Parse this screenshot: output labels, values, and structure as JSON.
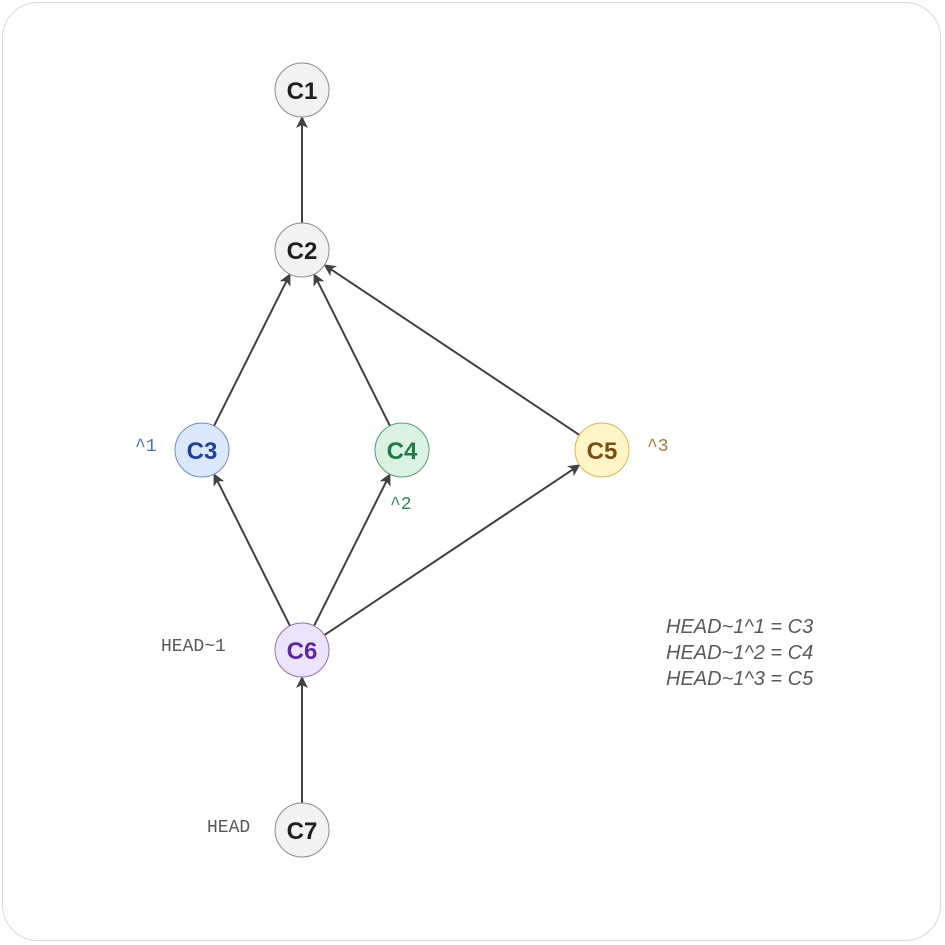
{
  "nodes": {
    "c1": {
      "label": "C1",
      "fill": "#f2f2f2",
      "stroke": "#8c8c8c",
      "text": "#1f1f1f"
    },
    "c2": {
      "label": "C2",
      "fill": "#f2f2f2",
      "stroke": "#8c8c8c",
      "text": "#1f1f1f"
    },
    "c3": {
      "label": "C3",
      "fill": "#dbe8fb",
      "stroke": "#6c8ebf",
      "text": "#1f3f99"
    },
    "c4": {
      "label": "C4",
      "fill": "#d9f2e1",
      "stroke": "#5a9f6e",
      "text": "#1f7a45"
    },
    "c5": {
      "label": "C5",
      "fill": "#fff5c6",
      "stroke": "#d6b656",
      "text": "#7a4d12"
    },
    "c6": {
      "label": "C6",
      "fill": "#ece4fb",
      "stroke": "#9673a6",
      "text": "#5b2aa0"
    },
    "c7": {
      "label": "C7",
      "fill": "#f2f2f2",
      "stroke": "#8c8c8c",
      "text": "#1f1f1f"
    }
  },
  "edges": [
    {
      "from": "c2",
      "to": "c1"
    },
    {
      "from": "c3",
      "to": "c2"
    },
    {
      "from": "c4",
      "to": "c2"
    },
    {
      "from": "c5",
      "to": "c2"
    },
    {
      "from": "c6",
      "to": "c3"
    },
    {
      "from": "c6",
      "to": "c4"
    },
    {
      "from": "c6",
      "to": "c5"
    },
    {
      "from": "c7",
      "to": "c6"
    }
  ],
  "parent_labels": {
    "p1": {
      "text": "^1",
      "color": "#4a6fb5"
    },
    "p2": {
      "text": "^2",
      "color": "#2f8a57"
    },
    "p3": {
      "text": "^3",
      "color": "#a0783a"
    }
  },
  "ref_labels": {
    "head_tilde_1": {
      "text": "HEAD~1",
      "color": "#595959"
    },
    "head": {
      "text": "HEAD",
      "color": "#595959"
    }
  },
  "notes": [
    "HEAD~1^1 = C3",
    "HEAD~1^2 = C4",
    "HEAD~1^3 = C5"
  ],
  "colors": {
    "edge": "#404040"
  }
}
